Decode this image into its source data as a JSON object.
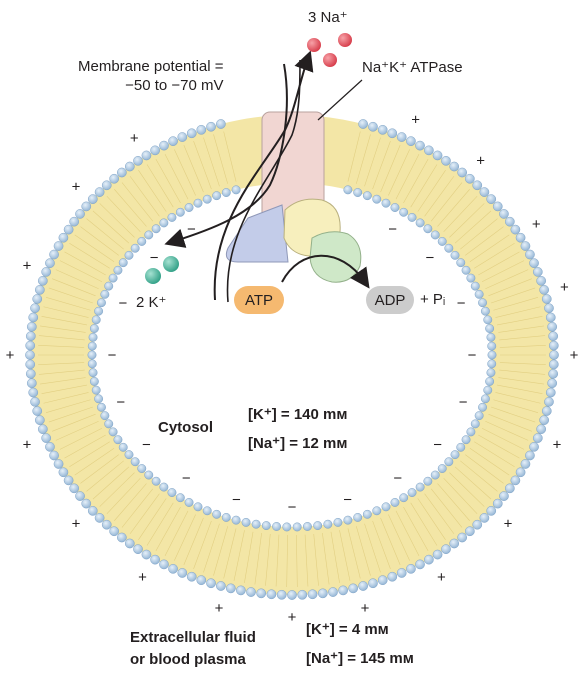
{
  "labels": {
    "sodium_out": "3 Na⁺",
    "membrane_potential_line1": "Membrane potential =",
    "membrane_potential_line2": "−50 to −70 mV",
    "pump_name": "Na⁺K⁺ ATPase",
    "potassium_in": "2 K⁺",
    "atp": "ATP",
    "adp": "ADP",
    "pi": "+ Pᵢ",
    "cytosol": "Cytosol",
    "cytosol_k": "[K⁺] = 140 mᴍ",
    "cytosol_na": "[Na⁺] = 12 mᴍ",
    "extracellular_line1": "Extracellular fluid",
    "extracellular_line2": "or blood plasma",
    "extracellular_k": "[K⁺] = 4 mᴍ",
    "extracellular_na": "[Na⁺] = 145 mᴍ"
  },
  "charges": {
    "outside": "+",
    "inside": "−"
  },
  "colors": {
    "sodium_ion": "#e8505b",
    "potassium_ion": "#3fb39a",
    "lipid_head": "#b9d3ea",
    "lipid_tail": "#f3e6a6",
    "atp_pill": "#f5b970",
    "adp_pill": "#cccccc",
    "pump_pink": "#f1d6d2",
    "subunit_blue": "#c3cce9",
    "subunit_yellow": "#f7efbd",
    "subunit_green": "#cfe8c8"
  }
}
